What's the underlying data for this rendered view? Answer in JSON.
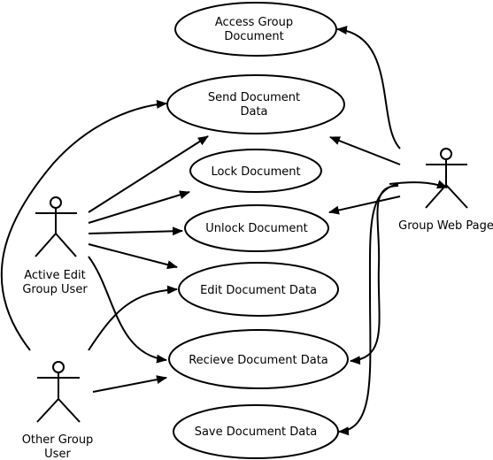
{
  "diagram": {
    "actors": {
      "active_edit": {
        "label_lines": [
          "Active Edit",
          "Group User"
        ]
      },
      "other_group": {
        "label_lines": [
          "Other Group",
          "User"
        ]
      },
      "group_web_page": {
        "label_lines": [
          "Group Web Page"
        ]
      }
    },
    "use_cases": {
      "access_group_document": {
        "label_lines": [
          "Access Group",
          "Document"
        ]
      },
      "send_document_data": {
        "label_lines": [
          "Send Document",
          "Data"
        ]
      },
      "lock_document": {
        "label_lines": [
          "Lock Document"
        ]
      },
      "unlock_document": {
        "label_lines": [
          "Unlock Document"
        ]
      },
      "edit_document_data": {
        "label_lines": [
          "Edit Document Data"
        ]
      },
      "recieve_document_data": {
        "label_lines": [
          "Recieve Document Data"
        ]
      },
      "save_document_data": {
        "label_lines": [
          "Save Document Data"
        ]
      }
    },
    "colors": {
      "stroke": "#000000",
      "background": "#ffffff"
    }
  }
}
